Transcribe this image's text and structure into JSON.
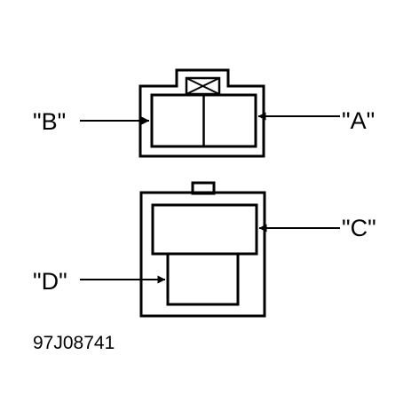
{
  "labels": {
    "a": "\"A\"",
    "b": "\"B\"",
    "c": "\"C\"",
    "d": "\"D\""
  },
  "figure_code": "97J08741",
  "colors": {
    "ink": "#000000",
    "background": "#ffffff"
  }
}
